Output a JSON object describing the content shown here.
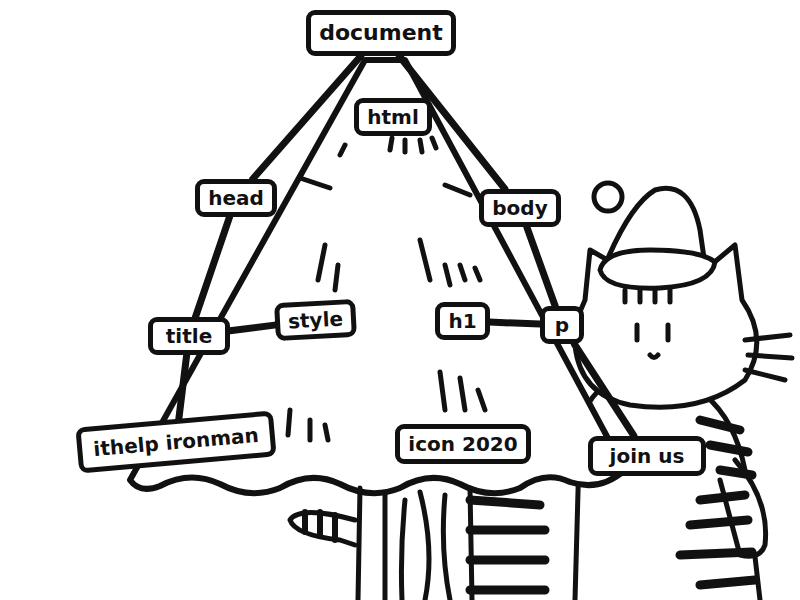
{
  "diagram": {
    "nodes": [
      {
        "text": [
          "document"
        ]
      },
      {
        "text": [
          "html"
        ]
      },
      {
        "text": [
          "head"
        ]
      },
      {
        "text": [
          "body"
        ]
      },
      {
        "text": [
          "title"
        ]
      },
      {
        "text": [
          "style"
        ]
      },
      {
        "text": [
          "h1"
        ]
      },
      {
        "text": [
          "p"
        ]
      },
      {
        "text": [
          "ithelp ironman"
        ]
      },
      {
        "text": [
          "icon 2020"
        ]
      },
      {
        "text": [
          "join us"
        ]
      }
    ],
    "edges": [
      {
        "from": 0,
        "to": 2,
        "arrow": "none"
      },
      {
        "from": 0,
        "to": 3,
        "arrow": "none"
      },
      {
        "from": 2,
        "to": 4,
        "arrow": "none"
      },
      {
        "from": 4,
        "to": 5,
        "arrow": "none"
      },
      {
        "from": 4,
        "to": 8,
        "arrow": "none"
      },
      {
        "from": 3,
        "to": 7,
        "arrow": "none"
      },
      {
        "from": 6,
        "to": 7,
        "arrow": "none"
      },
      {
        "from": 7,
        "to": 10,
        "arrow": "none"
      }
    ]
  }
}
